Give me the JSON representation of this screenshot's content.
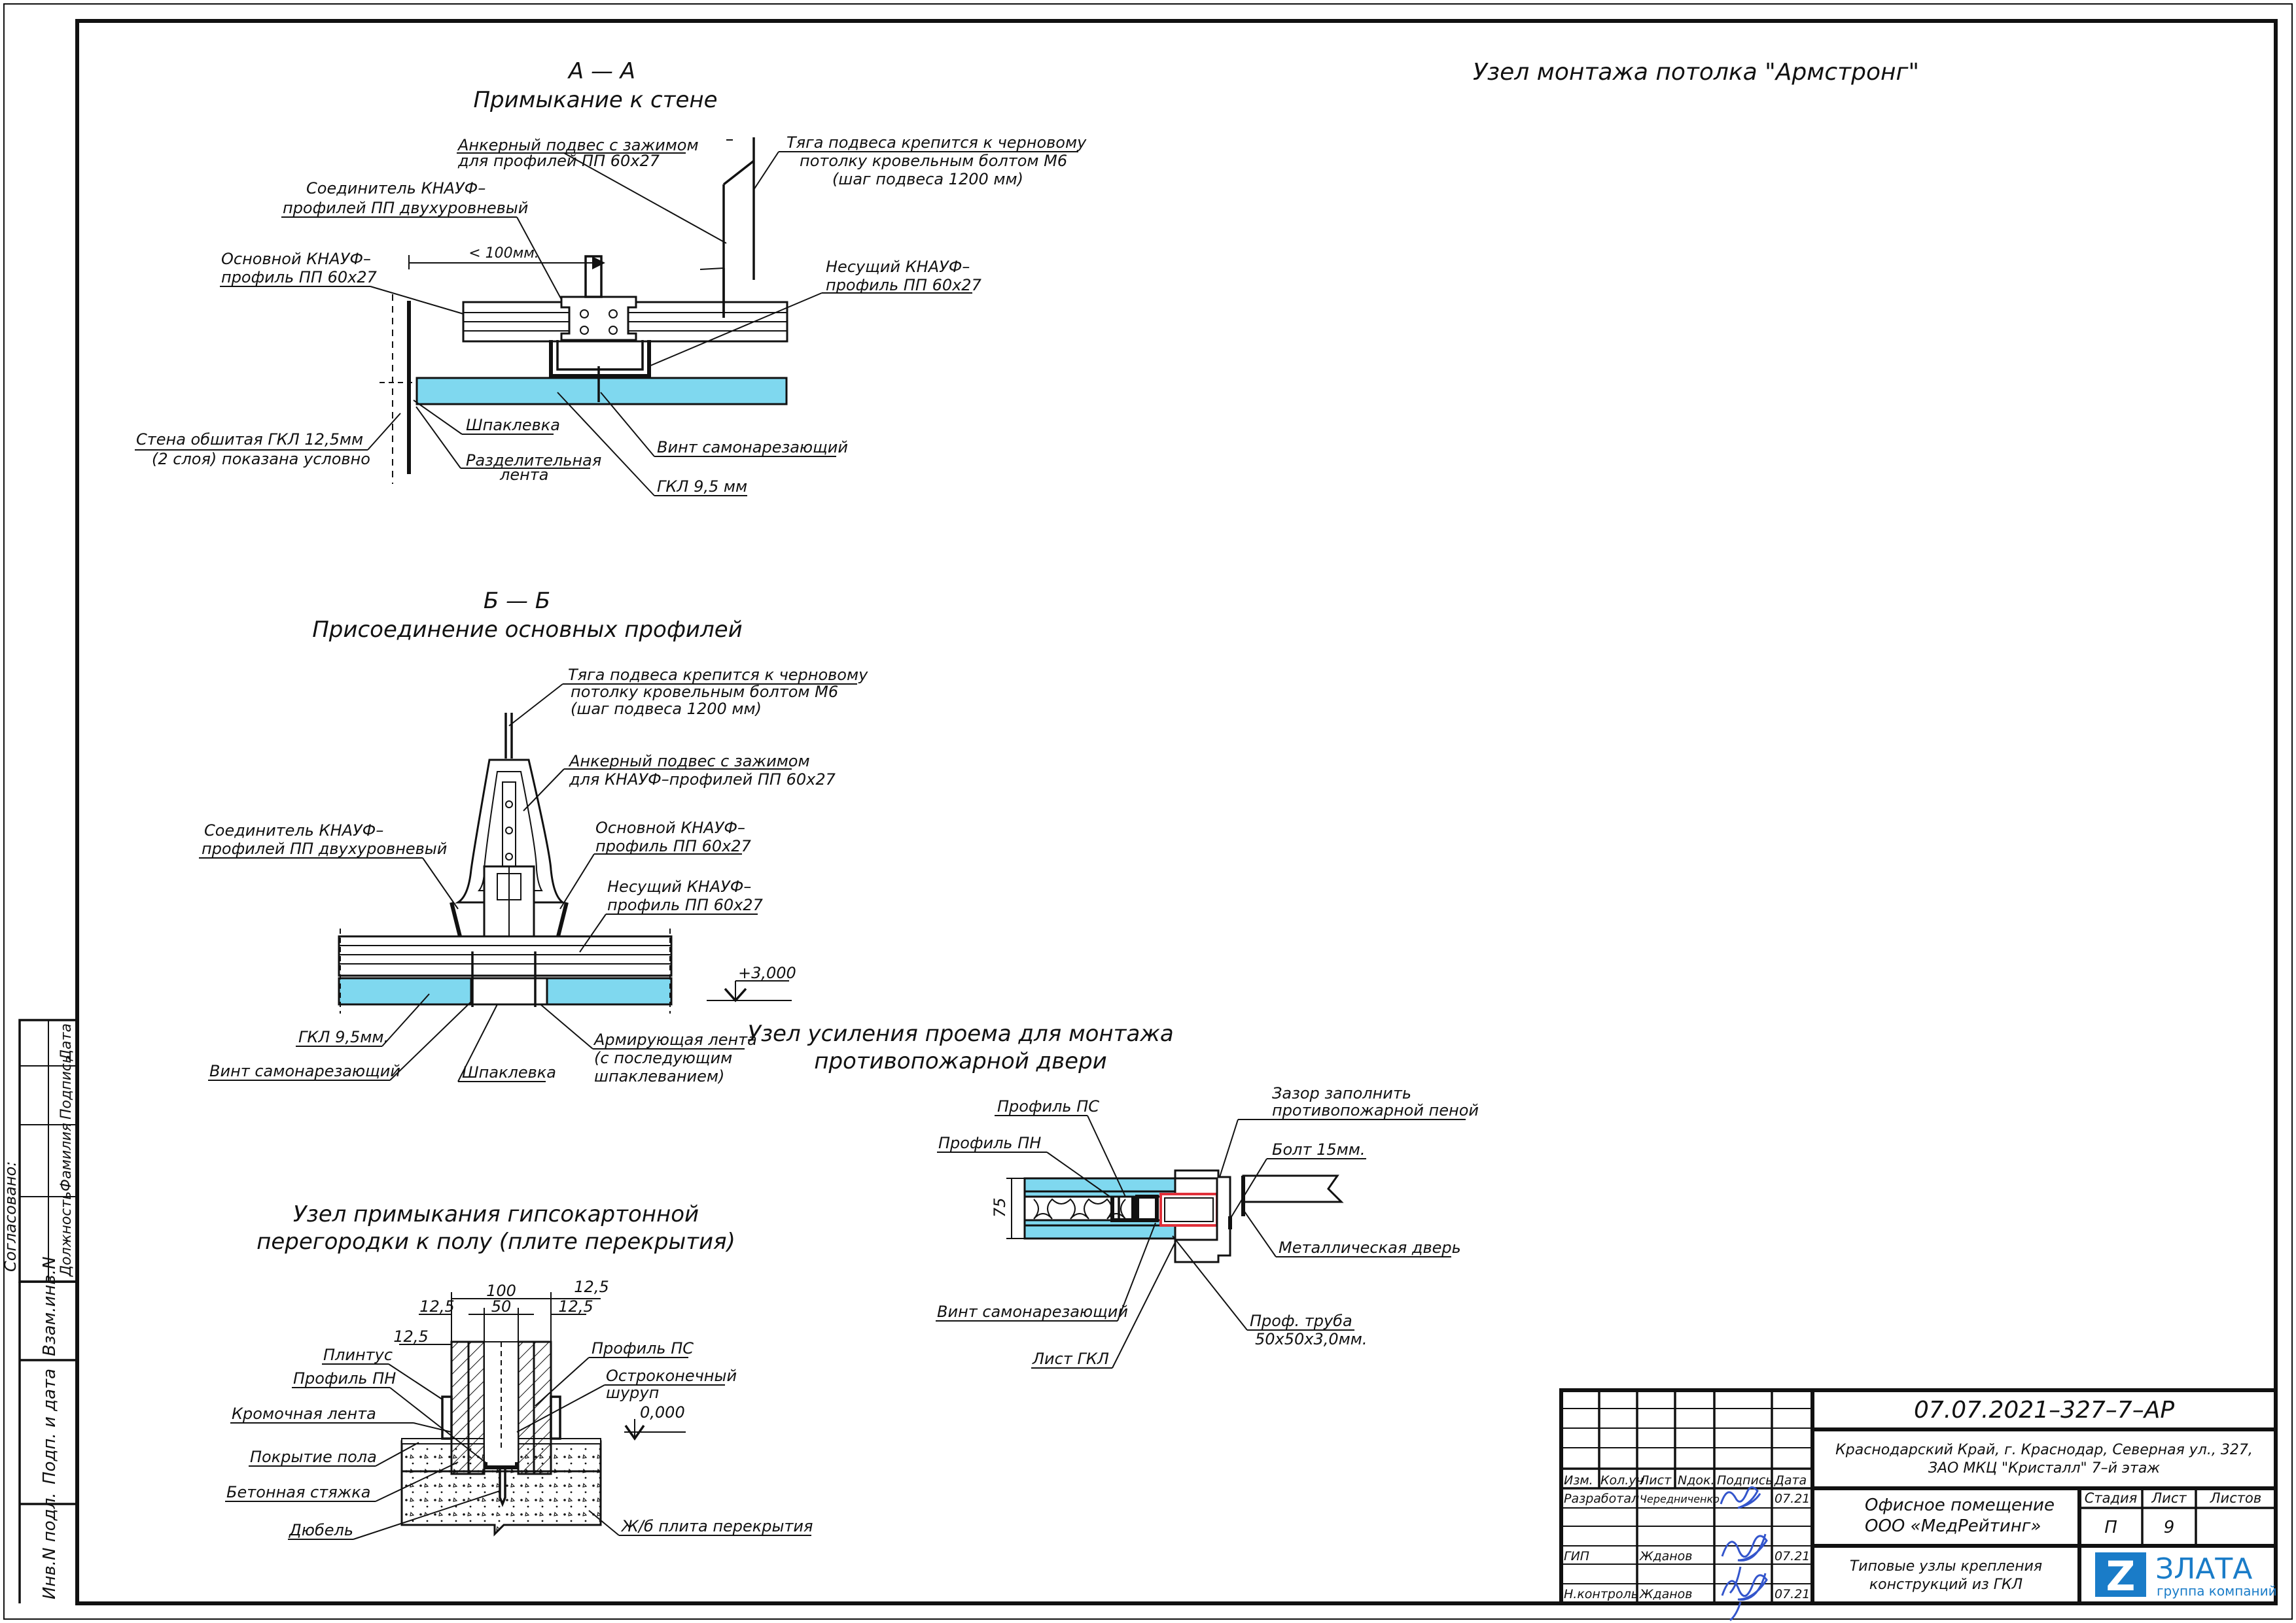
{
  "sections": {
    "aa": {
      "mark": "А — А",
      "title": "Примыкание к стене",
      "labels": {
        "anchor_1": "Анкерный подвес с зажимом",
        "anchor_2": "для профилей ПП 60х27",
        "rod_1": "Тяга подвеса крепится к черновому",
        "rod_2": "потолку кровельным болтом М6",
        "rod_3": "(шаг подвеса 1200 мм)",
        "conn_1": "Соединитель КНАУФ–",
        "conn_2": "профилей ПП двухуровневый",
        "main_1": "Основной КНАУФ–",
        "main_2": "профиль ПП 60х27",
        "carrier_1": "Несущий КНАУФ–",
        "carrier_2": "профиль ПП 60х27",
        "dim": "< 100мм.",
        "wall_1": "Стена обшитая ГКЛ 12,5мм",
        "wall_2": "(2 слоя) показана условно",
        "putty": "Шпаклевка",
        "tape_1": "Разделительная",
        "tape_2": "лента",
        "screw": "Винт самонарезающий",
        "gkl": "ГКЛ 9,5 мм"
      }
    },
    "bb": {
      "mark": "Б — Б",
      "title": "Присоединение основных профилей",
      "labels": {
        "rod_1": "Тяга подвеса крепится к черновому",
        "rod_2": "потолку кровельным болтом М6",
        "rod_3": "(шаг подвеса 1200 мм)",
        "anchor_1": "Анкерный подвес с зажимом",
        "anchor_2": "для КНАУФ–профилей ПП 60х27",
        "conn_1": "Соединитель КНАУФ–",
        "conn_2": "профилей ПП двухуровневый",
        "main_1": "Основной КНАУФ–",
        "main_2": "профиль ПП 60х27",
        "carrier_1": "Несущий КНАУФ–",
        "carrier_2": "профиль ПП 60х27",
        "level": "+3,000",
        "gkl": "ГКЛ 9,5мм.",
        "screw": "Винт самонарезающий",
        "putty": "Шпаклевка",
        "tape_1": "Армирующая лента",
        "tape_2": "(с последующим",
        "tape_3": "шпаклеванием)"
      }
    },
    "floor": {
      "title_1": "Узел примыкания гипсокартонной",
      "title_2": "перегородки к полу (плите перекрытия)",
      "labels": {
        "d100": "100",
        "d50": "50",
        "d125a": "12,5",
        "d125b": "12,5",
        "d125c": "12,5",
        "d125d": "12,5",
        "plinth": "Плинтус",
        "pn": "Профиль ПН",
        "edge": "Кромочная лента",
        "cover": "Покрытие пола",
        "screed": "Бетонная стяжка",
        "dowel": "Дюбель",
        "ps": "Профиль ПС",
        "sharp_1": "Остроконечный",
        "sharp_2": "шуруп",
        "level": "0,000",
        "slab": "Ж/б плита перекрытия"
      }
    },
    "door": {
      "title_1": "Узел усиления проема для монтажа",
      "title_2": "противопожарной двери",
      "labels": {
        "ps": "Профиль ПС",
        "pn": "Профиль ПН",
        "d75": "75",
        "gap_1": "Зазор заполнить",
        "gap_2": "противопожарной пеной",
        "bolt": "Болт 15мм.",
        "metal_door": "Металлическая дверь",
        "screw": "Винт самонарезающий",
        "sheet": "Лист ГКЛ",
        "tube_1": "Проф. труба",
        "tube_2": "50х50х3,0мм."
      }
    },
    "armstrong": {
      "title": "Узел монтажа потолка \"Армстронг\""
    }
  },
  "left_strip": {
    "agreed": "Согласовано:",
    "cols": [
      "Должность",
      "Фамилия",
      "Подпись",
      "Дата"
    ],
    "inv_vzam": "Взам.инв.N",
    "sign_date": "Подп. и дата",
    "inv_podl": "Инв.N подл."
  },
  "stamp": {
    "code": "07.07.2021–327–7–АР",
    "address_1": "Краснодарский Край, г. Краснодар, Северная ул., 327,",
    "address_2": "ЗАО МКЦ \"Кристалл\" 7–й этаж",
    "header_cols": [
      "Изм.",
      "Кол.уч",
      "Лист",
      "Nдок.",
      "Подпись",
      "Дата"
    ],
    "rows": [
      {
        "role": "Разработал",
        "name": "Чередниченко",
        "date": "07.21"
      },
      {
        "role": "ГИП",
        "name": "Жданов",
        "date": "07.21"
      },
      {
        "role": "Н.контроль",
        "name": "Жданов",
        "date": "07.21"
      }
    ],
    "object_1": "Офисное помещение",
    "object_2": "ООО «МедРейтинг»",
    "stage_label": "Стадия",
    "sheet_label": "Лист",
    "sheets_label": "Листов",
    "stage": "П",
    "sheet": "9",
    "sheets": "",
    "drawing_1": "Типовые узлы крепления",
    "drawing_2": "конструкций из ГКЛ",
    "logo_letter": "Z",
    "logo_name": "ЗЛАТА",
    "logo_sub": "группа компаний"
  },
  "colors": {
    "gkl": "#7fd8ef",
    "logo": "#1a7cc8",
    "signature": "#3355cc",
    "tube": "#e0303a"
  }
}
